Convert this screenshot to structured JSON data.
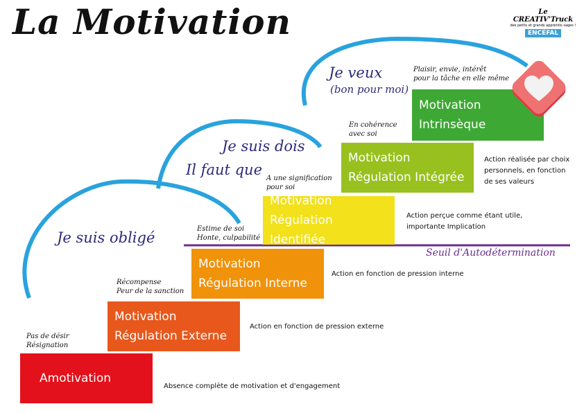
{
  "title": "La Motivation",
  "logo": {
    "brand": "Le CREATIV'Truck",
    "tagline": "des petits et grands apprentis sages !",
    "partner": "ENCÉFAL"
  },
  "phrases": {
    "oblige": "Je suis obligé",
    "dois": "Je suis dois",
    "faut": "Il faut que",
    "veux": "Je veux",
    "veux_sub": "(bon pour moi)"
  },
  "threshold": "Seuil d'Autodétermination",
  "colors": {
    "amotivation": "#e3111b",
    "externe": "#e8581c",
    "interne": "#f0920a",
    "identifiee": "#f2e11b",
    "integree": "#98c11f",
    "intrinseque": "#3ea835",
    "arc": "#29a3dd",
    "threshold": "#6b2c8f"
  },
  "steps": [
    {
      "line1": "Amotivation",
      "line2": "",
      "note1": "Pas de désir",
      "note2": "Résignation",
      "desc": "Absence complète de motivation et d'engagement"
    },
    {
      "line1": "Motivation",
      "line2": "Régulation Externe",
      "note1": "Récompense",
      "note2": "Peur de la sanction",
      "desc": "Action en fonction de pression externe"
    },
    {
      "line1": "Motivation",
      "line2": "Régulation Interne",
      "note1": "Estime de soi",
      "note2": "Honte, culpabilité",
      "desc": "Action en fonction de pression interne"
    },
    {
      "line1": "Motivation",
      "line2": "Régulation Identifiée",
      "note1": "A une signification",
      "note2": "pour soi",
      "desc": "Action perçue comme étant utile, importante Implication"
    },
    {
      "line1": "Motivation",
      "line2": "Régulation Intégrée",
      "note1": "En cohérence",
      "note2": "avec soi",
      "desc": "Action réalisée par choix personnels, en fonction de ses valeurs"
    },
    {
      "line1": "Motivation",
      "line2": "Intrinsèque",
      "note1": "Plaisir, envie, intérêt",
      "note2": "pour la tâche en elle même",
      "desc": ""
    }
  ]
}
